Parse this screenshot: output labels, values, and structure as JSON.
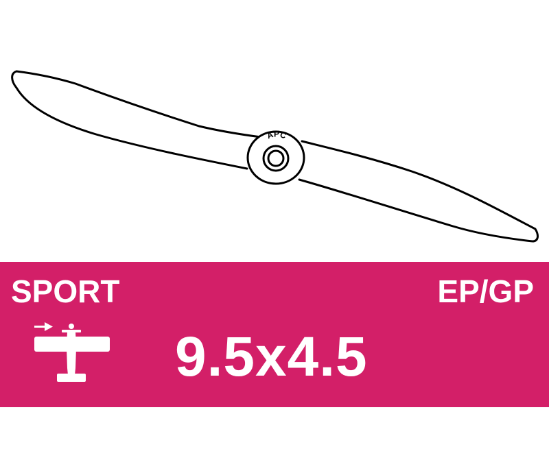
{
  "brand": {
    "logo_text": "APC"
  },
  "banner": {
    "category": "SPORT",
    "type": "EP/GP",
    "size": "9.5x4.5",
    "background_color": "#d31f68",
    "text_color": "#ffffff"
  },
  "icons": {
    "propeller": "propeller-outline-icon",
    "airplane": "airplane-top-view-icon"
  }
}
